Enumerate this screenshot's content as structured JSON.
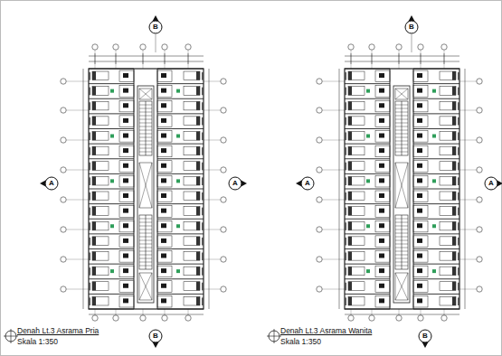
{
  "diagram": {
    "labels": [
      "B",
      "A",
      "A",
      "B",
      "Denah Lt.3 Asrama Pria",
      "Skala 1:350",
      "B",
      "A",
      "A",
      "B",
      "Denah Lt.3 Asrama Wanita",
      "Skala 1:350"
    ]
  }
}
